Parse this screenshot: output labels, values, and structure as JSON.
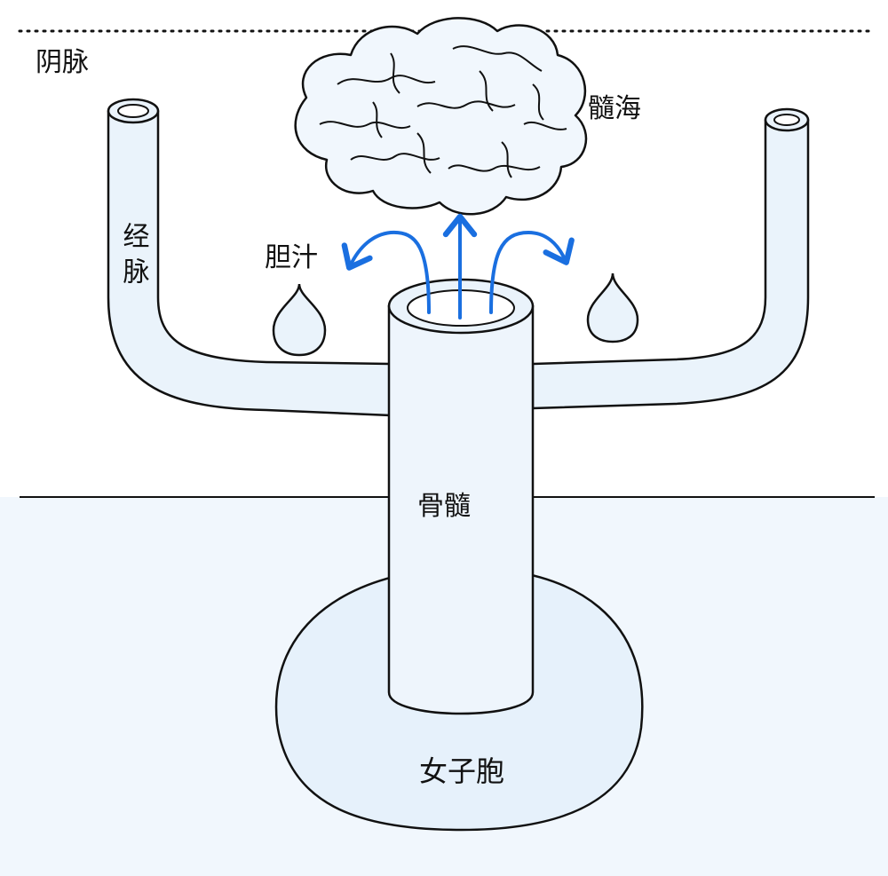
{
  "labels": {
    "top_left": "阴脉",
    "brain": "髓海",
    "channel": "经脉",
    "bile": "胆汁",
    "bone_marrow": "骨髓",
    "uterus": "女子胞"
  },
  "colors": {
    "stroke": "#111111",
    "fill_light": "#eaf3fb",
    "fill_lighter": "#f1f7fd",
    "arrow": "#1a6fe0"
  }
}
